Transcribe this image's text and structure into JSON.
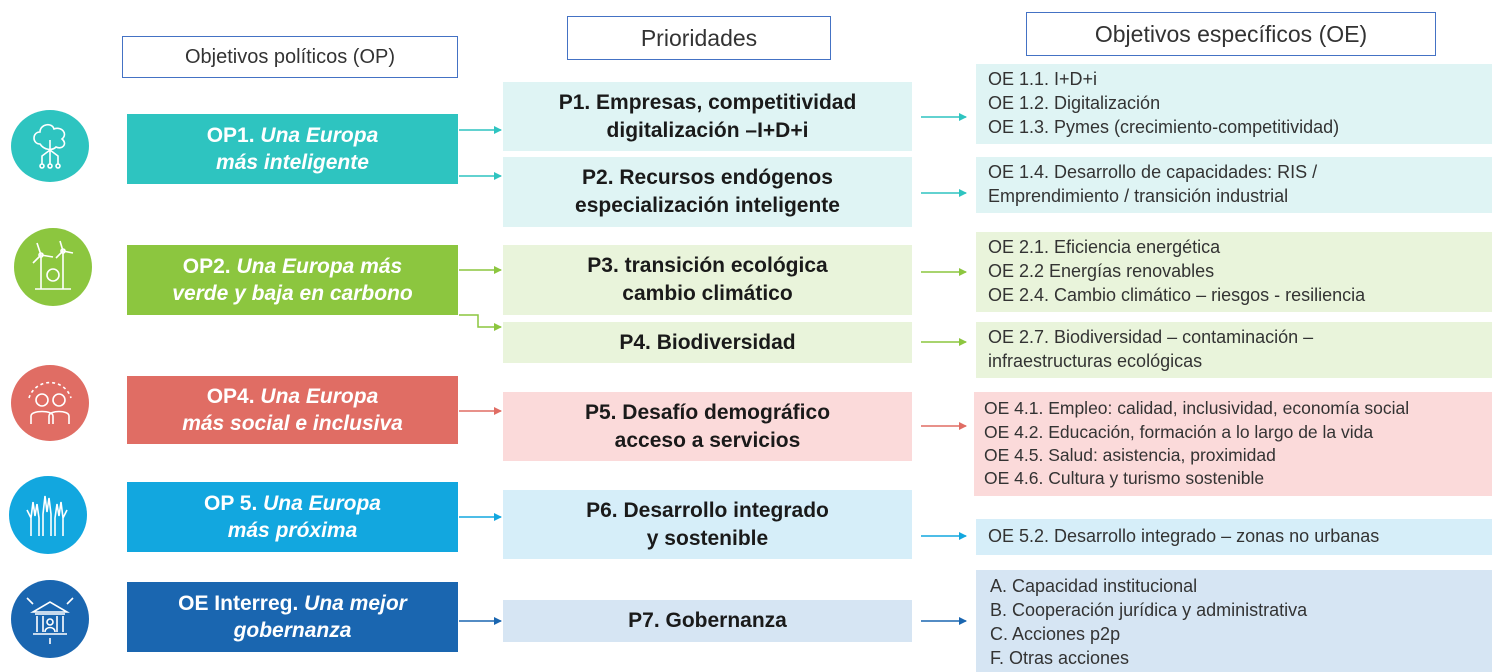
{
  "headers": {
    "op": "Objetivos políticos (OP)",
    "priorities": "Prioridades",
    "oe": "Objetivos específicos (OE)"
  },
  "colors": {
    "teal": "#2ec4c0",
    "green": "#8cc63f",
    "red": "#e06d64",
    "blue": "#12a7df",
    "navy": "#1a66b0",
    "header_border": "#4472c4",
    "teal_light": "#dff4f4",
    "green_light": "#e9f4db",
    "red_light": "#fbdada",
    "blue_light": "#d6eef9",
    "navy_light": "#d6e5f3"
  },
  "icons": [
    "tree-circuit-icon",
    "wind-turbine-icon",
    "people-icon",
    "raised-hands-icon",
    "building-governance-icon"
  ],
  "ops": [
    {
      "prefix": "OP1. ",
      "title": "Una Europa\nmás inteligente"
    },
    {
      "prefix": "OP2. ",
      "title": "Una Europa más\nverde y baja en carbono"
    },
    {
      "prefix": "OP4. ",
      "title": "Una Europa\nmás social e inclusiva"
    },
    {
      "prefix": "OP 5. ",
      "title": "Una Europa\nmás próxima"
    },
    {
      "prefix": "OE Interreg. ",
      "title": "Una mejor\ngobernanza"
    }
  ],
  "priorities": [
    "P1. Empresas, competitividad\ndigitalización –I+D+i",
    "P2. Recursos endógenos\nespecialización inteligente",
    "P3. transición ecológica\ncambio climático",
    "P4. Biodiversidad",
    "P5. Desafío demográfico\nacceso a servicios",
    "P6. Desarrollo integrado\ny sostenible",
    "P7. Gobernanza"
  ],
  "objectives": [
    [
      "OE 1.1. I+D+i",
      "OE 1.2. Digitalización",
      "OE 1.3. Pymes (crecimiento-competitividad)"
    ],
    [
      "OE 1.4. Desarrollo de capacidades: RIS /",
      "Emprendimiento / transición industrial"
    ],
    [
      "OE 2.1. Eficiencia energética",
      "OE 2.2 Energías renovables",
      "OE 2.4. Cambio climático – riesgos - resiliencia"
    ],
    [
      "OE 2.7. Biodiversidad – contaminación –",
      "infraestructuras ecológicas"
    ],
    [
      "OE 4.1. Empleo: calidad, inclusividad, economía social",
      "OE 4.2. Educación, formación a lo largo de la vida",
      "OE 4.5. Salud: asistencia, proximidad",
      "OE 4.6. Cultura y turismo sostenible"
    ],
    [
      "OE 5.2. Desarrollo integrado – zonas no urbanas"
    ],
    [
      "A.  Capacidad institucional",
      "B.  Cooperación jurídica y administrativa",
      "C.  Acciones p2p",
      "F.  Otras acciones"
    ]
  ]
}
